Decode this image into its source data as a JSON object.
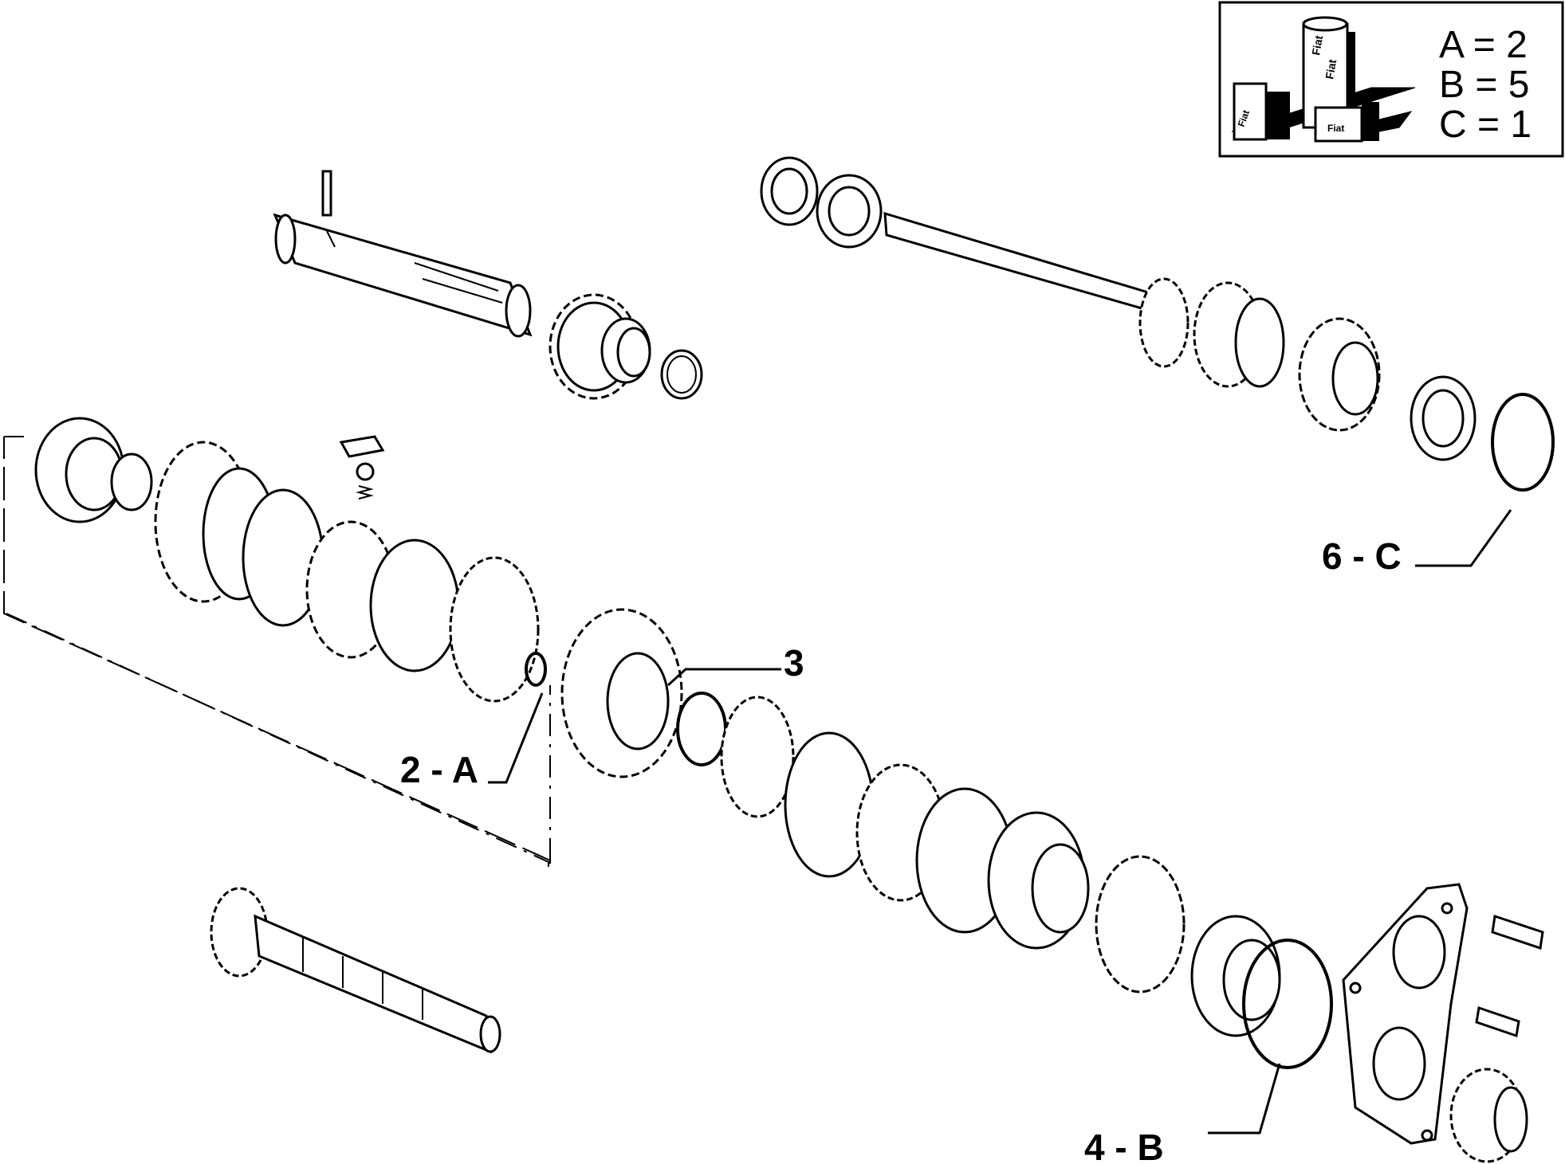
{
  "legend": {
    "lines": [
      "A = 2",
      "B = 5",
      "C = 1"
    ],
    "brand_marks": [
      "Fiat",
      "Fiat",
      "Fiat",
      "Fiat"
    ]
  },
  "callouts": [
    {
      "id": "6-c",
      "label": "6 - C"
    },
    {
      "id": "3",
      "label": "3"
    },
    {
      "id": "2-a",
      "label": "2 - A"
    },
    {
      "id": "4-b",
      "label": "4 - B"
    }
  ],
  "colors": {
    "ink": "#000000",
    "paper": "#ffffff"
  }
}
